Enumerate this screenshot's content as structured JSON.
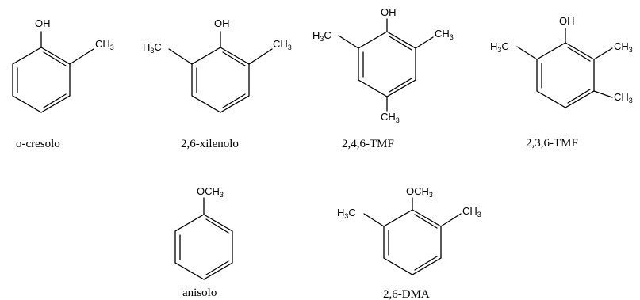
{
  "molecules": [
    {
      "name": "o-cresolo",
      "top": "OH",
      "ring_right": "CH3"
    },
    {
      "name": "2,6-xilenolo",
      "top": "OH",
      "left": "H3C",
      "right": "CH3"
    },
    {
      "name": "2,4,6-TMF",
      "top": "OH",
      "left": "H3C",
      "right": "CH3",
      "bottom": "CH3"
    },
    {
      "name": "2,3,6-TMF",
      "top": "OH",
      "left": "H3C",
      "right": "CH3",
      "right_low": "CH3"
    },
    {
      "name": "anisolo",
      "top": "OCH3"
    },
    {
      "name": "2,6-DMA",
      "top": "OCH3",
      "left": "H3C",
      "right": "CH3"
    }
  ]
}
